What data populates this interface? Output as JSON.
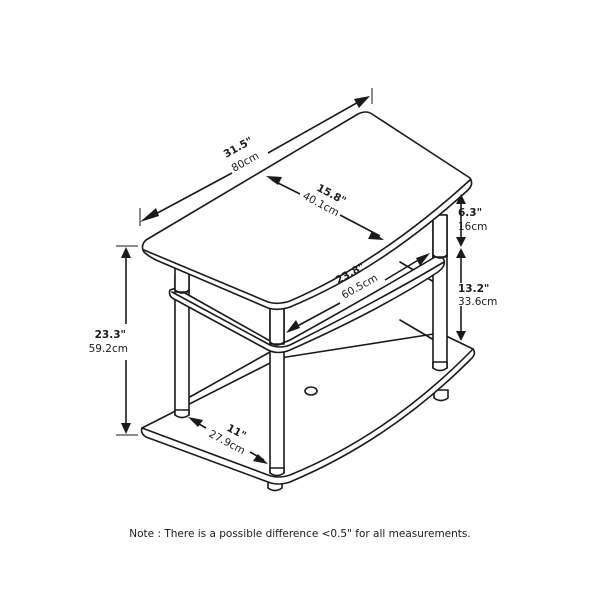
{
  "diagram": {
    "subject": "Three-tier TV stand dimension drawing",
    "dimensions": {
      "width": {
        "inches": "31.5\"",
        "cm": "80cm"
      },
      "top_depth": {
        "inches": "15.8\"",
        "cm": "40.1cm"
      },
      "middle_shelf_width": {
        "inches": "23.8\"",
        "cm": "60.5cm"
      },
      "top_clearance": {
        "inches": "6.3\"",
        "cm": "16cm"
      },
      "middle_clearance": {
        "inches": "13.2\"",
        "cm": "33.6cm"
      },
      "total_height": {
        "inches": "23.3\"",
        "cm": "59.2cm"
      },
      "bottom_depth": {
        "inches": "11\"",
        "cm": "27.9cm"
      }
    },
    "colors": {
      "line": "#1a1a1a",
      "background": "#ffffff"
    }
  },
  "note": "Note : There is a possible difference <0.5\" for all measurements."
}
